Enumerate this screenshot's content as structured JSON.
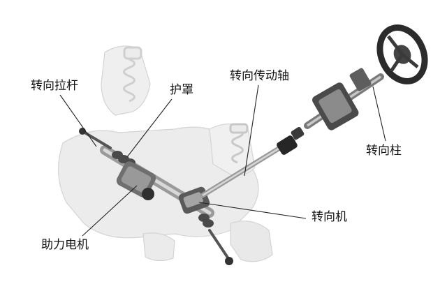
{
  "labels": {
    "tie_rod": "转向拉杆",
    "boot": "护罩",
    "intermediate_shaft": "转向传动轴",
    "steering_column": "转向柱",
    "steering_gear": "转向机",
    "assist_motor": "助力电机"
  },
  "colors": {
    "background": "#ffffff",
    "text": "#111111",
    "leader_line": "#222222",
    "component_dark": "#3a3a3a",
    "component_mid": "#8a8a8a",
    "chassis_ghost": "#e6e6e6"
  }
}
